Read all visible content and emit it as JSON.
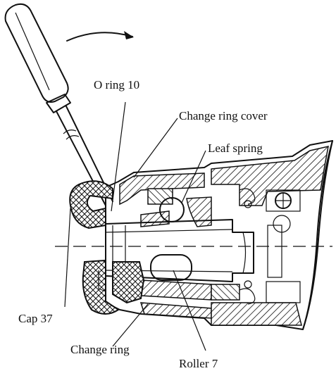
{
  "labels": {
    "o_ring": "O ring 10",
    "change_ring_cover": "Change ring cover",
    "leaf_spring": "Leaf spring",
    "cap": "Cap 37",
    "change_ring": "Change ring",
    "roller": "Roller 7"
  }
}
